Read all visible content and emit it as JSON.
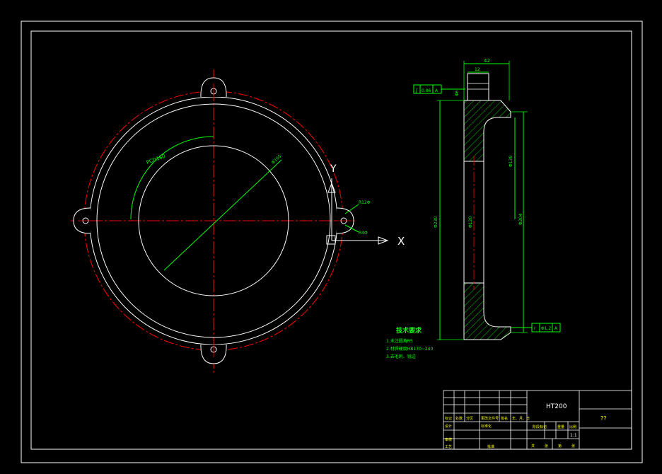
{
  "colors": {
    "background": "#000000",
    "outline": "#ffffff",
    "centerline": "#ff0000",
    "dimension": "#00ff00",
    "hatch": "#00ff00",
    "axis": "#ffffff"
  },
  "front_view": {
    "dim_bolt_circle": "PCD180",
    "dim_diameter": "Φ165",
    "dim_r_top": "R12Φ",
    "dim_r_bottom": "R4Φ",
    "axis_x": "X",
    "axis_y": "Y"
  },
  "side_view": {
    "dim_width": "42",
    "dim_flange": "12",
    "dim_small": "Φ6",
    "dim_left_dia": "Φ230",
    "dim_center_dia": "Φ120",
    "dim_inner_dia": "Φ139",
    "dim_outer_dia": "Φ204",
    "tol_top": [
      "∫",
      "0.06",
      "A"
    ],
    "tol_bottom": [
      "r",
      "Φ1.2",
      "A"
    ]
  },
  "tech_requirements": {
    "title": "技术要求",
    "items": [
      "1.未注圆角R5",
      "2.材质硬度HB170~240",
      "3.去毛刺、锐边"
    ]
  },
  "title_block": {
    "material": "HT200",
    "part_no": "??",
    "scale": "1:1",
    "labels_left": [
      "标记",
      "处数",
      "分区",
      "更改文件号",
      "签名",
      "年、月、日"
    ],
    "label_design": "设计",
    "label_standard": "标准化",
    "label_check": "审核",
    "label_process": "工艺",
    "label_approve": "批准",
    "label_stage": "阶段标记",
    "label_weight": "重量",
    "label_ratio": "比例",
    "label_sheets": [
      "共",
      "张",
      "第",
      "张"
    ]
  }
}
